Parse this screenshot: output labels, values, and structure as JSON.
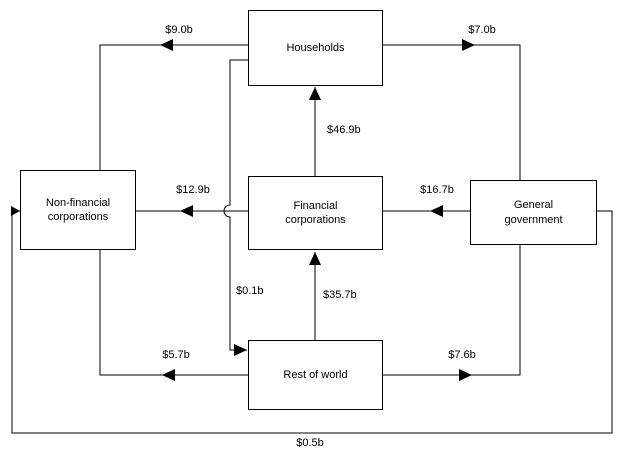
{
  "diagram": {
    "nodes": {
      "households": "Households",
      "non_financial_corporations": "Non-financial corporations",
      "financial_corporations": "Financial corporations",
      "general_government": "General government",
      "rest_of_world": "Rest of world"
    },
    "flows": {
      "households_to_non_financial": "$9.0b",
      "households_to_general_government": "$7.0b",
      "financial_to_households": "$46.9b",
      "financial_to_non_financial": "$12.9b",
      "general_government_to_financial": "$16.7b",
      "households_to_rest_of_world": "$0.1b",
      "rest_of_world_to_financial": "$35.7b",
      "rest_of_world_to_non_financial": "$5.7b",
      "rest_of_world_to_general_government": "$7.6b",
      "general_government_to_non_financial": "$0.5b"
    },
    "colors": {
      "line": "#000000",
      "box_border": "#000000",
      "background": "#ffffff",
      "text": "#000000"
    }
  }
}
